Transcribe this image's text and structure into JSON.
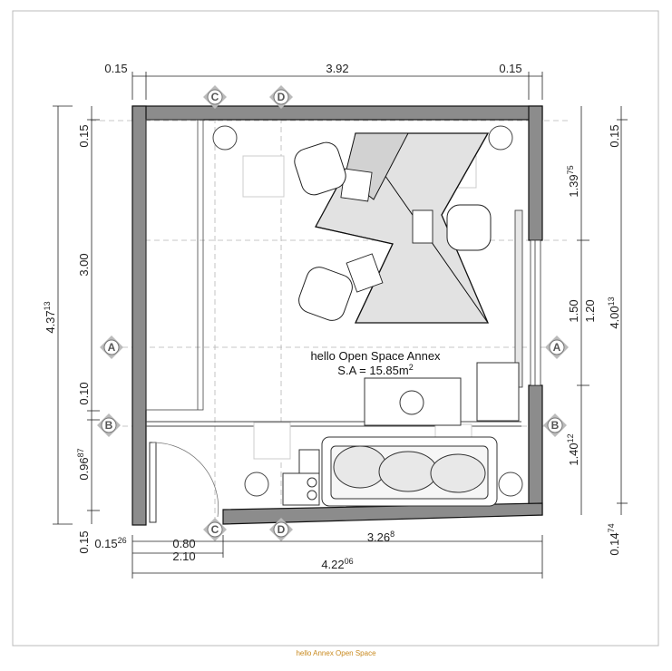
{
  "room": {
    "name": "hello Open Space Annex",
    "area": "S.A = 15.85m",
    "area_sup": "2"
  },
  "caption": "hello Annex Open Space",
  "markers": {
    "a": "A",
    "b": "B",
    "c": "C",
    "d": "D"
  },
  "dims_top": {
    "left": "0.15",
    "mid": "3.92",
    "right": "0.15"
  },
  "dims_left_outer": {
    "total": "4.37",
    "total_sup": "13"
  },
  "dims_left_inner": {
    "top": "0.15",
    "mid": "3.00",
    "gap": "0.10",
    "low": "0.96",
    "low_sup": "87",
    "bottom": "0.15"
  },
  "dims_bottom": {
    "left": "0.15",
    "left_sup": "26",
    "door": "0.80",
    "door_total": "2.10",
    "mid": "3.26",
    "mid_sup": "8",
    "total": "4.22",
    "total_sup": "06"
  },
  "dims_right_inner": {
    "top": "1.39",
    "top_sup": "75",
    "win_a": "1.50",
    "win_b": "1.20",
    "low": "1.40",
    "low_sup": "12"
  },
  "dims_right_outer": {
    "top": "0.15",
    "total": "4.00",
    "total_sup": "13",
    "bottom": "0.14",
    "bottom_sup": "74"
  }
}
